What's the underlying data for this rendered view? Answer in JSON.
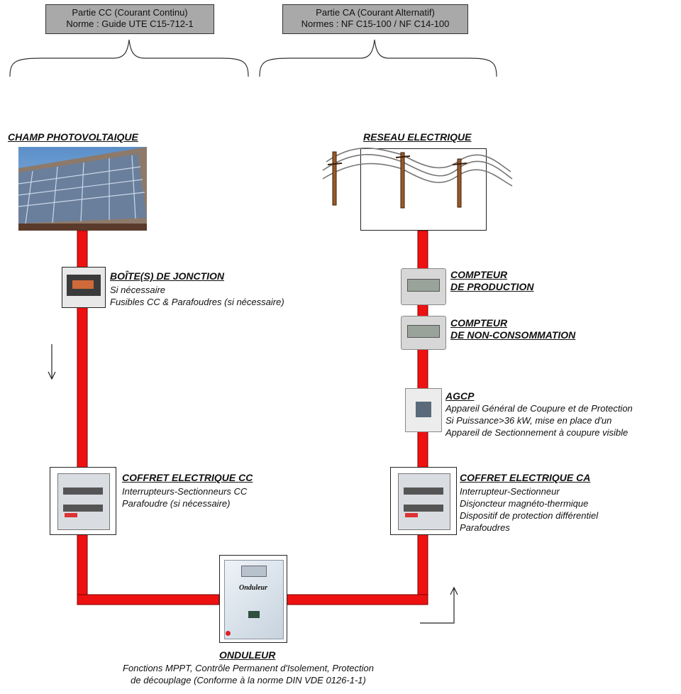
{
  "headers": {
    "dc": {
      "line1": "Partie CC (Courant Continu)",
      "line2": "Norme : Guide UTE C15-712-1"
    },
    "ac": {
      "line1": "Partie CA (Courant Alternatif)",
      "line2": "Normes : NF C15-100 / NF C14-100"
    }
  },
  "pv_field": {
    "title": "CHAMP PHOTOVOLTAIQUE"
  },
  "grid": {
    "title": "RESEAU ELECTRIQUE"
  },
  "junction_box": {
    "title": "BOÎTE(S) DE JONCTION",
    "lines": [
      "Si nécessaire",
      "Fusibles CC & Parafoudres (si nécessaire)"
    ]
  },
  "production_meter": {
    "title_line1": "COMPTEUR",
    "title_line2": "DE PRODUCTION"
  },
  "nonconsumption_meter": {
    "title_line1": "COMPTEUR",
    "title_line2": "DE NON-CONSOMMATION"
  },
  "agcp": {
    "title": "AGCP",
    "lines": [
      "Appareil Général de Coupure et de Protection",
      "Si Puissance>36 kW, mise en place d'un",
      "Appareil de Sectionnement à coupure visible"
    ]
  },
  "dc_cabinet": {
    "title": "COFFRET ELECTRIQUE CC",
    "lines": [
      "Interrupteurs-Sectionneurs CC",
      "Parafoudre (si nécessaire)"
    ]
  },
  "ac_cabinet": {
    "title": "COFFRET ELECTRIQUE CA",
    "lines": [
      "Interrupteur-Sectionneur",
      "Disjoncteur magnéto-thermique",
      "Dispositif de protection différentiel",
      "Parafoudres"
    ]
  },
  "inverter": {
    "device_label": "Onduleur",
    "title": "ONDULEUR",
    "lines": [
      "Fonctions MPPT, Contrôle Permanent d'Isolement, Protection",
      "de découplage (Conforme à la norme DIN VDE 0126-1-1)"
    ]
  },
  "colors": {
    "cable": "#ee1111",
    "header_bg": "#a9a9a9"
  }
}
